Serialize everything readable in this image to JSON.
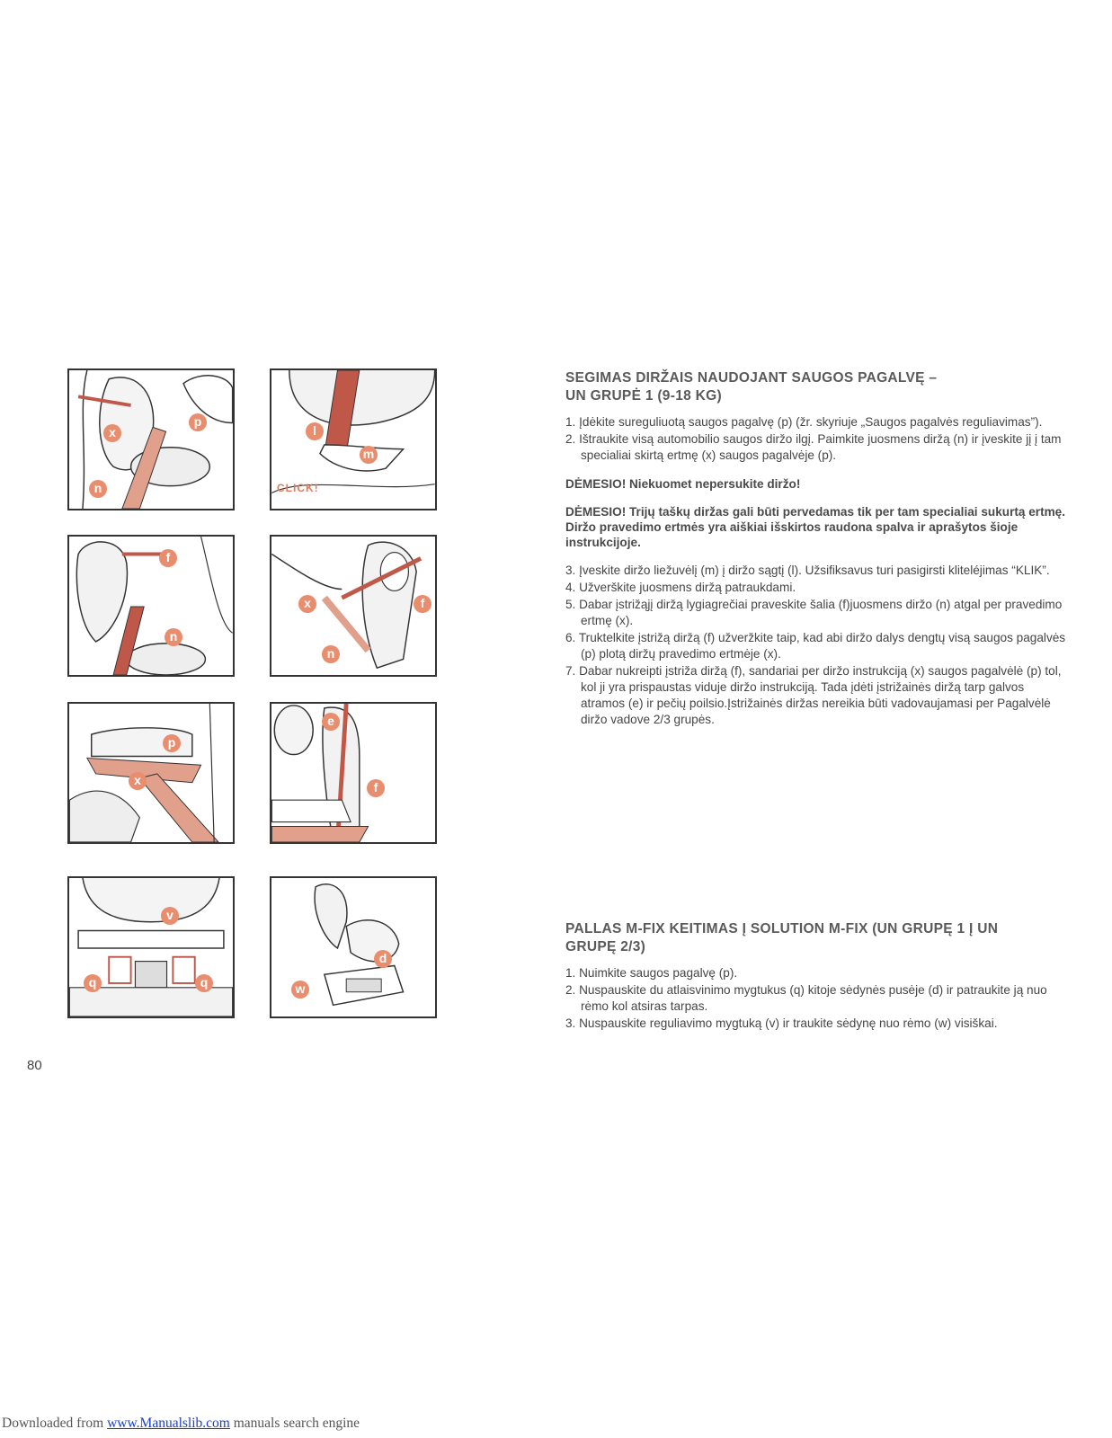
{
  "panels": [
    {
      "id": "p1",
      "badges": [
        "x",
        "p",
        "n"
      ]
    },
    {
      "id": "p2",
      "badges": [
        "l",
        "m"
      ],
      "click": "CLICK!"
    },
    {
      "id": "p3",
      "badges": [
        "f",
        "n"
      ]
    },
    {
      "id": "p4",
      "badges": [
        "x",
        "f",
        "n"
      ]
    },
    {
      "id": "p5",
      "badges": [
        "p",
        "x"
      ]
    },
    {
      "id": "p6",
      "badges": [
        "e",
        "f"
      ]
    },
    {
      "id": "p7",
      "badges": [
        "v",
        "q",
        "q"
      ]
    },
    {
      "id": "p8",
      "badges": [
        "d",
        "w"
      ]
    }
  ],
  "section1": {
    "title_line1": "SEGIMAS DIRŽAIS NAUDOJANT SAUGOS PAGALVĘ –",
    "title_line2": "UN GRUPĖ 1 (9-18 KG)",
    "steps_a": [
      "1. Įdėkite sureguliuotą saugos pagalvę (p) (žr. skyriuje „Saugos pagalvės reguliavimas”).",
      "2. Ištraukite visą automobilio saugos diržo ilgį. Paimkite juosmens diržą (n) ir įveskite jį į tam specialiai skirtą ertmę (x) saugos pagalvėje (p)."
    ],
    "warning1": "DĖMESIO! Niekuomet nepersukite diržo!",
    "warning2": "DĖMESIO! Trijų taškų diržas gali būti pervedamas tik per tam specialiai sukurtą ertmę. Diržo pravedimo ertmės yra aiškiai išskirtos raudona spalva ir aprašytos šioje instrukcijoje.",
    "steps_b": [
      "3. Įveskite diržo liežuvėlį (m) į diržo sągtį (l). Užsifiksavus turi pasigirsti kliteléjimas “KLIK”.",
      "4. Užverškite juosmens diržą patraukdami.",
      "5. Dabar įstrižąjį diržą lygiagrečiai praveskite šalia (f)juosmens diržo (n) atgal per pravedimo ertmę (x).",
      "6. Truktelkite įstrižą diržą (f) užveržkite taip, kad abi diržo dalys dengtų visą saugos pagalvės (p) plotą diržų pravedimo ertmėje (x).",
      "7. Dabar nukreipti įstriža diržą (f), sandariai per diržo instrukciją (x) saugos pagalvėlė (p) tol, kol ji yra prispaustas viduje diržo instrukciją. Tada įdėti įstrižainės diržą tarp galvos atramos (e) ir pečių poilsio.Įstrižainės diržas nereikia būti vadovaujamasi per Pagalvėlė diržo vadove 2/3 grupės."
    ]
  },
  "section2": {
    "title_line1": "PALLAS M-FIX KEITIMAS Į  SOLUTION M-FIX (UN GRUPĘ 1 Į UN",
    "title_line2": "GRUPĘ 2/3)",
    "steps": [
      "1. Nuimkite saugos pagalvę (p).",
      "2. Nuspauskite du atlaisvinimo mygtukus (q) kitoje sėdynės pusėje (d) ir patraukite ją nuo rėmo kol atsiras tarpas.",
      "3. Nuspauskite reguliavimo mygtuką (v) ir traukite sėdynę nuo rėmo (w) visiškai."
    ]
  },
  "page_number": "80",
  "footer": {
    "prefix": "Downloaded from ",
    "link": "www.Manualslib.com",
    "suffix": " manuals search engine"
  },
  "colors": {
    "accent": "#e88d6d",
    "belt": "#c0584a"
  }
}
